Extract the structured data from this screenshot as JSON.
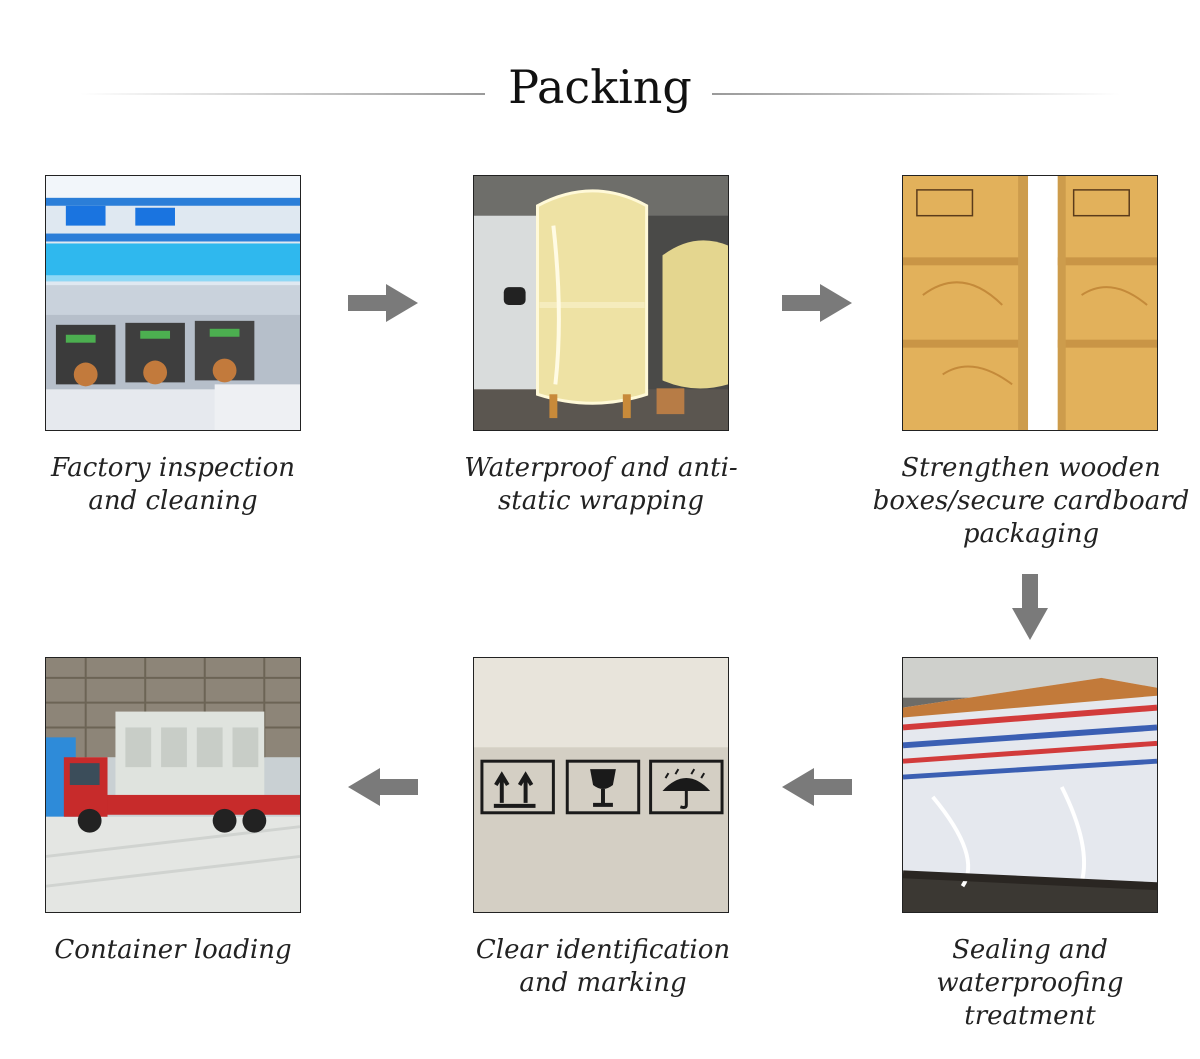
{
  "header": {
    "title": "Packing"
  },
  "steps": [
    {
      "caption": "Factory inspection and cleaning",
      "photo_icon": "factory-inspection-photo"
    },
    {
      "caption": "Waterproof and anti-static wrapping",
      "photo_icon": "wrapped-tank-photo"
    },
    {
      "caption": "Strengthen wooden boxes/secure cardboard packaging",
      "photo_icon": "wooden-boxes-photo"
    },
    {
      "caption": "Sealing and waterproofing treatment",
      "photo_icon": "sealed-crate-photo"
    },
    {
      "caption": "Clear identification and marking",
      "photo_icon": "handling-marks-photo"
    },
    {
      "caption": "Container loading",
      "photo_icon": "truck-loading-photo"
    }
  ],
  "colors": {
    "arrow": "#7a7a7a",
    "text": "#222222",
    "wood": "#e2b15b",
    "mark": "#1a1a1a"
  }
}
